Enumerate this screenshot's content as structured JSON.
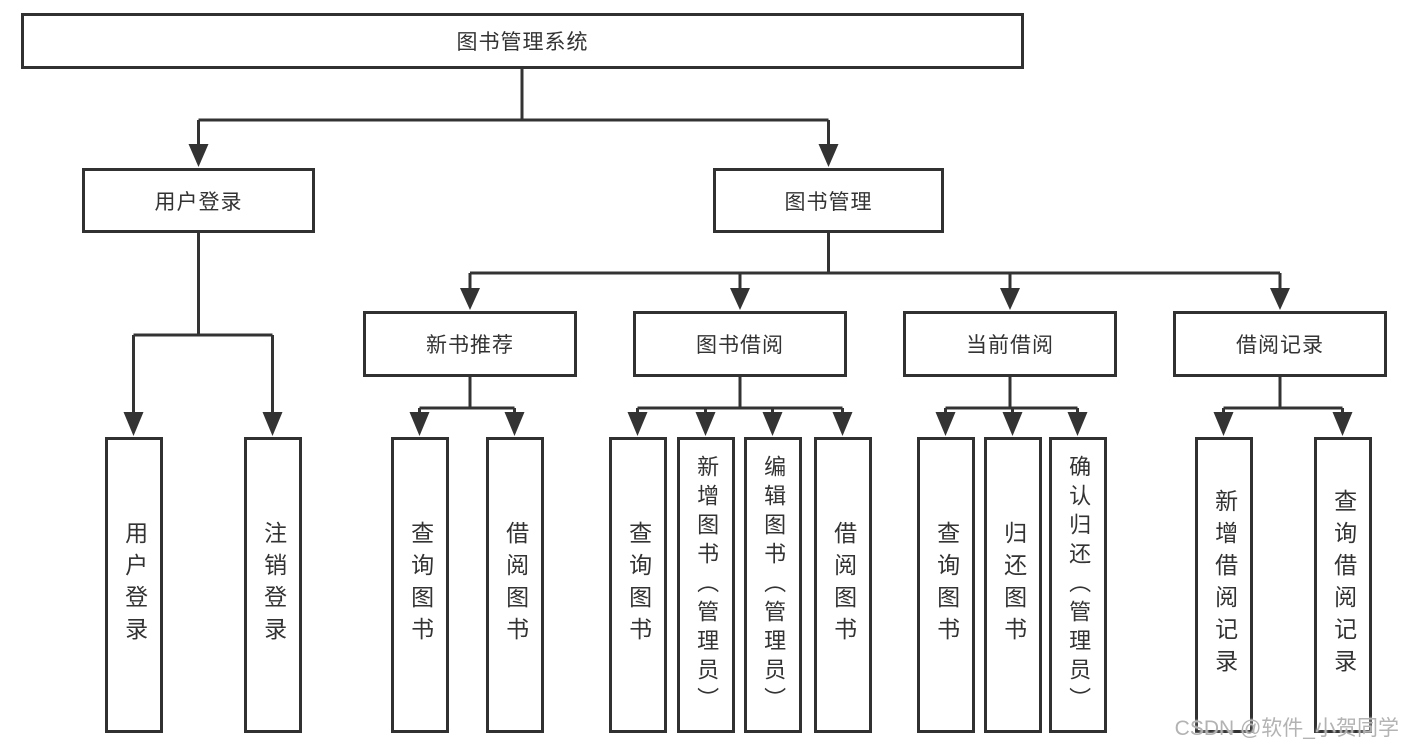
{
  "diagram": {
    "title": "图书管理系统",
    "branches": {
      "user": {
        "label": "用户登录",
        "children": [
          "用户登录",
          "注销登录"
        ]
      },
      "books": {
        "label": "图书管理",
        "sections": [
          {
            "label": "新书推荐",
            "children": [
              "查询图书",
              "借阅图书"
            ]
          },
          {
            "label": "图书借阅",
            "children": [
              "查询图书",
              "新增图书（管理员）",
              "编辑图书（管理员）",
              "借阅图书"
            ]
          },
          {
            "label": "当前借阅",
            "children": [
              "查询图书",
              "归还图书",
              "确认归还（管理员）"
            ]
          },
          {
            "label": "借阅记录",
            "children": [
              "新增借阅记录",
              "查询借阅记录"
            ]
          }
        ]
      }
    },
    "line_color": "#333333",
    "box_border_color": "#313131",
    "background_color": "#ffffff"
  },
  "watermark": {
    "text": "CSDN @软件_小贺同学",
    "color": "#b3b3b3"
  }
}
